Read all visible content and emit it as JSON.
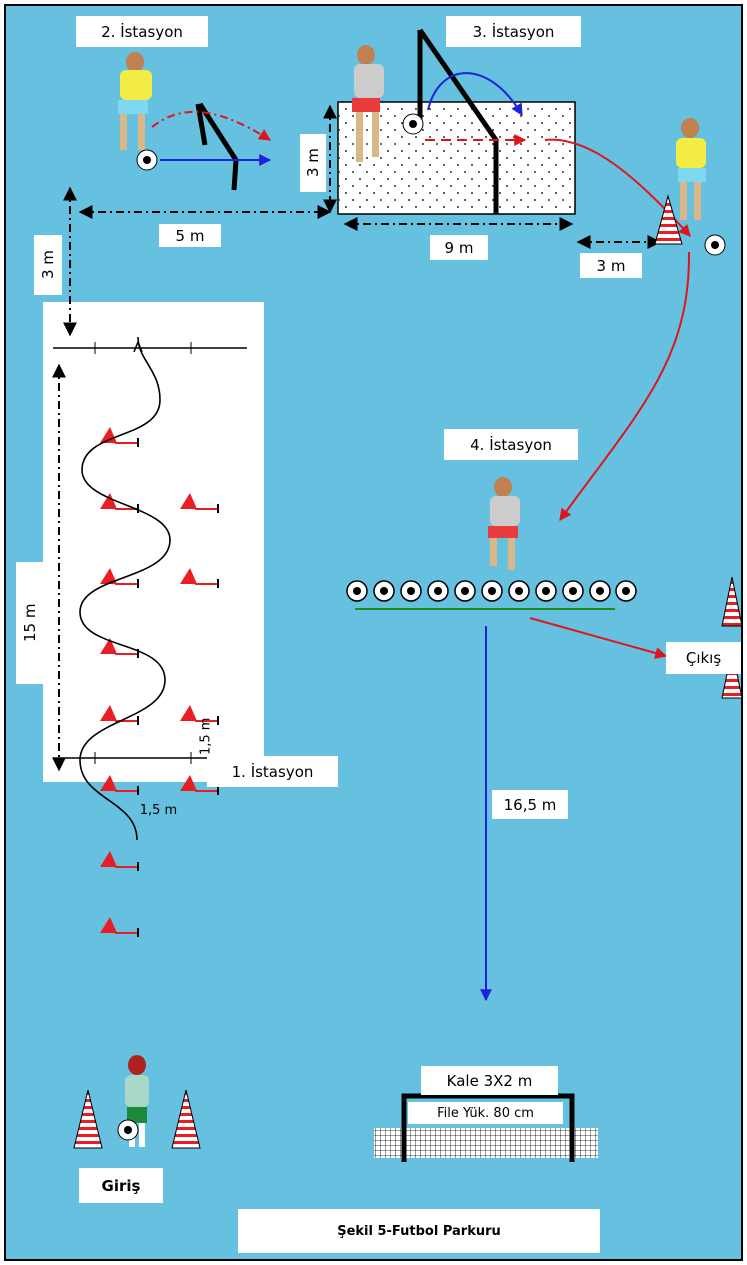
{
  "stations": {
    "s1": "1. İstasyon",
    "s2": "2. İstasyon",
    "s3": "3. İstasyon",
    "s4": "4. İstasyon"
  },
  "distances": {
    "d_3m_vertical_left": "3 m",
    "d_5m": "5 m",
    "d_3m_goal_height": "3 m",
    "d_9m": "9 m",
    "d_3m_right": "3 m",
    "d_15m": "15 m",
    "d_1_5m_horizontal": "1,5 m",
    "d_1_5m_vertical": "1,5 m",
    "d_16_5m": "16,5 m"
  },
  "labels": {
    "entry": "Giriş",
    "exit": "Çıkış",
    "goal_size": "Kale 3X2 m",
    "net_height": "File Yük. 80 cm",
    "caption": "Şekil 5-Futbol Parkuru"
  },
  "colors": {
    "field_background": "#66c0e0",
    "arrow_red": "#e0141e",
    "arrow_blue": "#1e22d8",
    "cone_red": "#e81e24",
    "baseline_green": "#1a8a1a"
  }
}
